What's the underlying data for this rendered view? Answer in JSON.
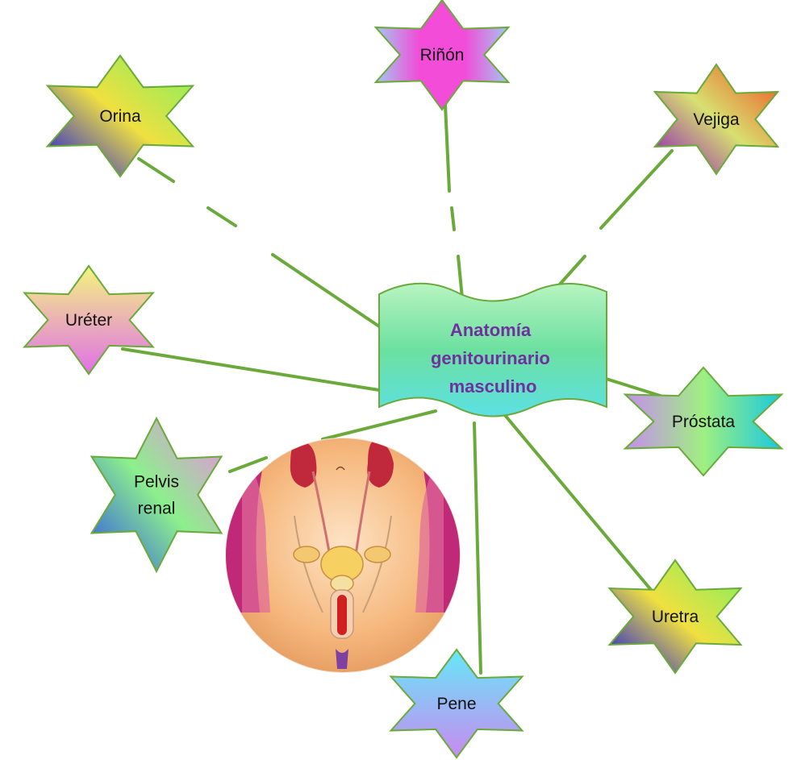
{
  "center": {
    "lines": [
      "Anatomía",
      "genitourinario",
      "masculino"
    ]
  },
  "nodes": [
    {
      "id": "rinon",
      "lines": [
        "Riñón"
      ],
      "colors": [
        "#a4c8f0",
        "#f24cd8",
        "#f24cd8",
        "#a4c8f0"
      ],
      "dir": "h"
    },
    {
      "id": "orina",
      "lines": [
        "Orina"
      ],
      "colors": [
        "#1010e0",
        "#f0e040",
        "#7ff060"
      ],
      "dir": "d"
    },
    {
      "id": "vejiga",
      "lines": [
        "Vejiga"
      ],
      "colors": [
        "#8a12b8",
        "#d8e070",
        "#f05020"
      ],
      "dir": "d"
    },
    {
      "id": "ureter",
      "lines": [
        "Uréter"
      ],
      "colors": [
        "#f4f480",
        "#e070e8"
      ],
      "dir": "v"
    },
    {
      "id": "prostata",
      "lines": [
        "Próstata"
      ],
      "colors": [
        "#c68cf0",
        "#9ff080",
        "#18c8e0"
      ],
      "dir": "h"
    },
    {
      "id": "pelvis",
      "lines": [
        "Pelvis",
        "renal"
      ],
      "colors": [
        "#2c50e8",
        "#8cf08c",
        "#f088e8"
      ],
      "dir": "d"
    },
    {
      "id": "uretra",
      "lines": [
        "Uretra"
      ],
      "colors": [
        "#1010e0",
        "#f0e040",
        "#7ff060"
      ],
      "dir": "d"
    },
    {
      "id": "pene",
      "lines": [
        "Pene"
      ],
      "colors": [
        "#66e8f8",
        "#c88af0"
      ],
      "dir": "v"
    }
  ],
  "palette": {
    "line": "#6aaa3a",
    "star_stroke": "#6aaa3a",
    "center_top": "#b8f4c0",
    "center_mid": "#6ce0a0",
    "center_bottom": "#5ce0e4"
  }
}
